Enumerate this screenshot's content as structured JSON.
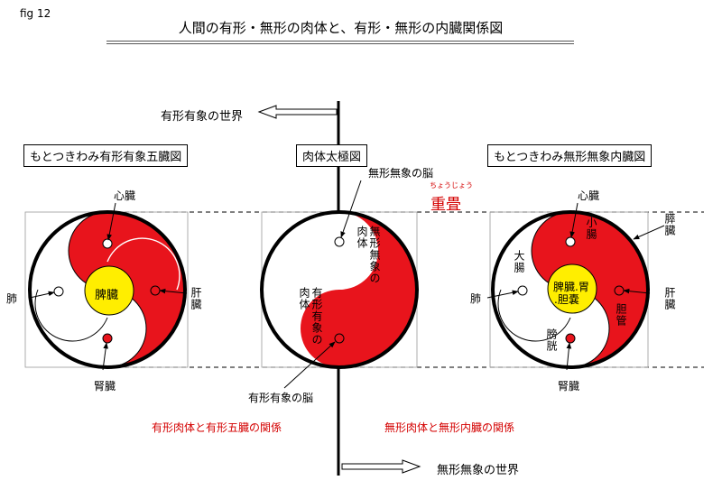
{
  "fig_label": "fig  12",
  "title": "人間の有形・無形の肉体と、有形・無形の内臓関係図",
  "top_arrow_label": "有形有象の世界",
  "bottom_arrow_label": "無形無象の世界",
  "overlap": {
    "ruby": "ちょうじょう",
    "text": "重畳"
  },
  "left": {
    "box_title": "もとつきわみ有形有象五臓図",
    "heart": "心臓",
    "lung": "肺",
    "spleen": "脾臓",
    "liver": "肝臓",
    "kidney": "腎臓",
    "relation": "有形肉体と有形五臓の関係"
  },
  "center": {
    "box_title": "肉体太極図",
    "formless_brain": "無形無象の脳",
    "formless_body": "無形無象の肉体",
    "formed_body": "有形有象の肉体",
    "formed_brain": "有形有象の脳"
  },
  "right": {
    "box_title": "もとつきわみ無形無象内臓図",
    "heart": "心臓",
    "small_intestine": "小腸",
    "pancreas": "膵臓",
    "large_intestine": "大腸",
    "lung": "肺",
    "spleen_stomach_line1": "脾臓.胃",
    "spleen_stomach_line2": ".胆嚢",
    "liver": "肝臓",
    "bile_duct": "胆管",
    "bladder": "膀胱",
    "kidney": "腎臓",
    "relation": "無形肉体と無形内臓の関係"
  },
  "colors": {
    "red": "#e8141c",
    "yellow": "#ffee00",
    "relation_red": "#d40000"
  }
}
